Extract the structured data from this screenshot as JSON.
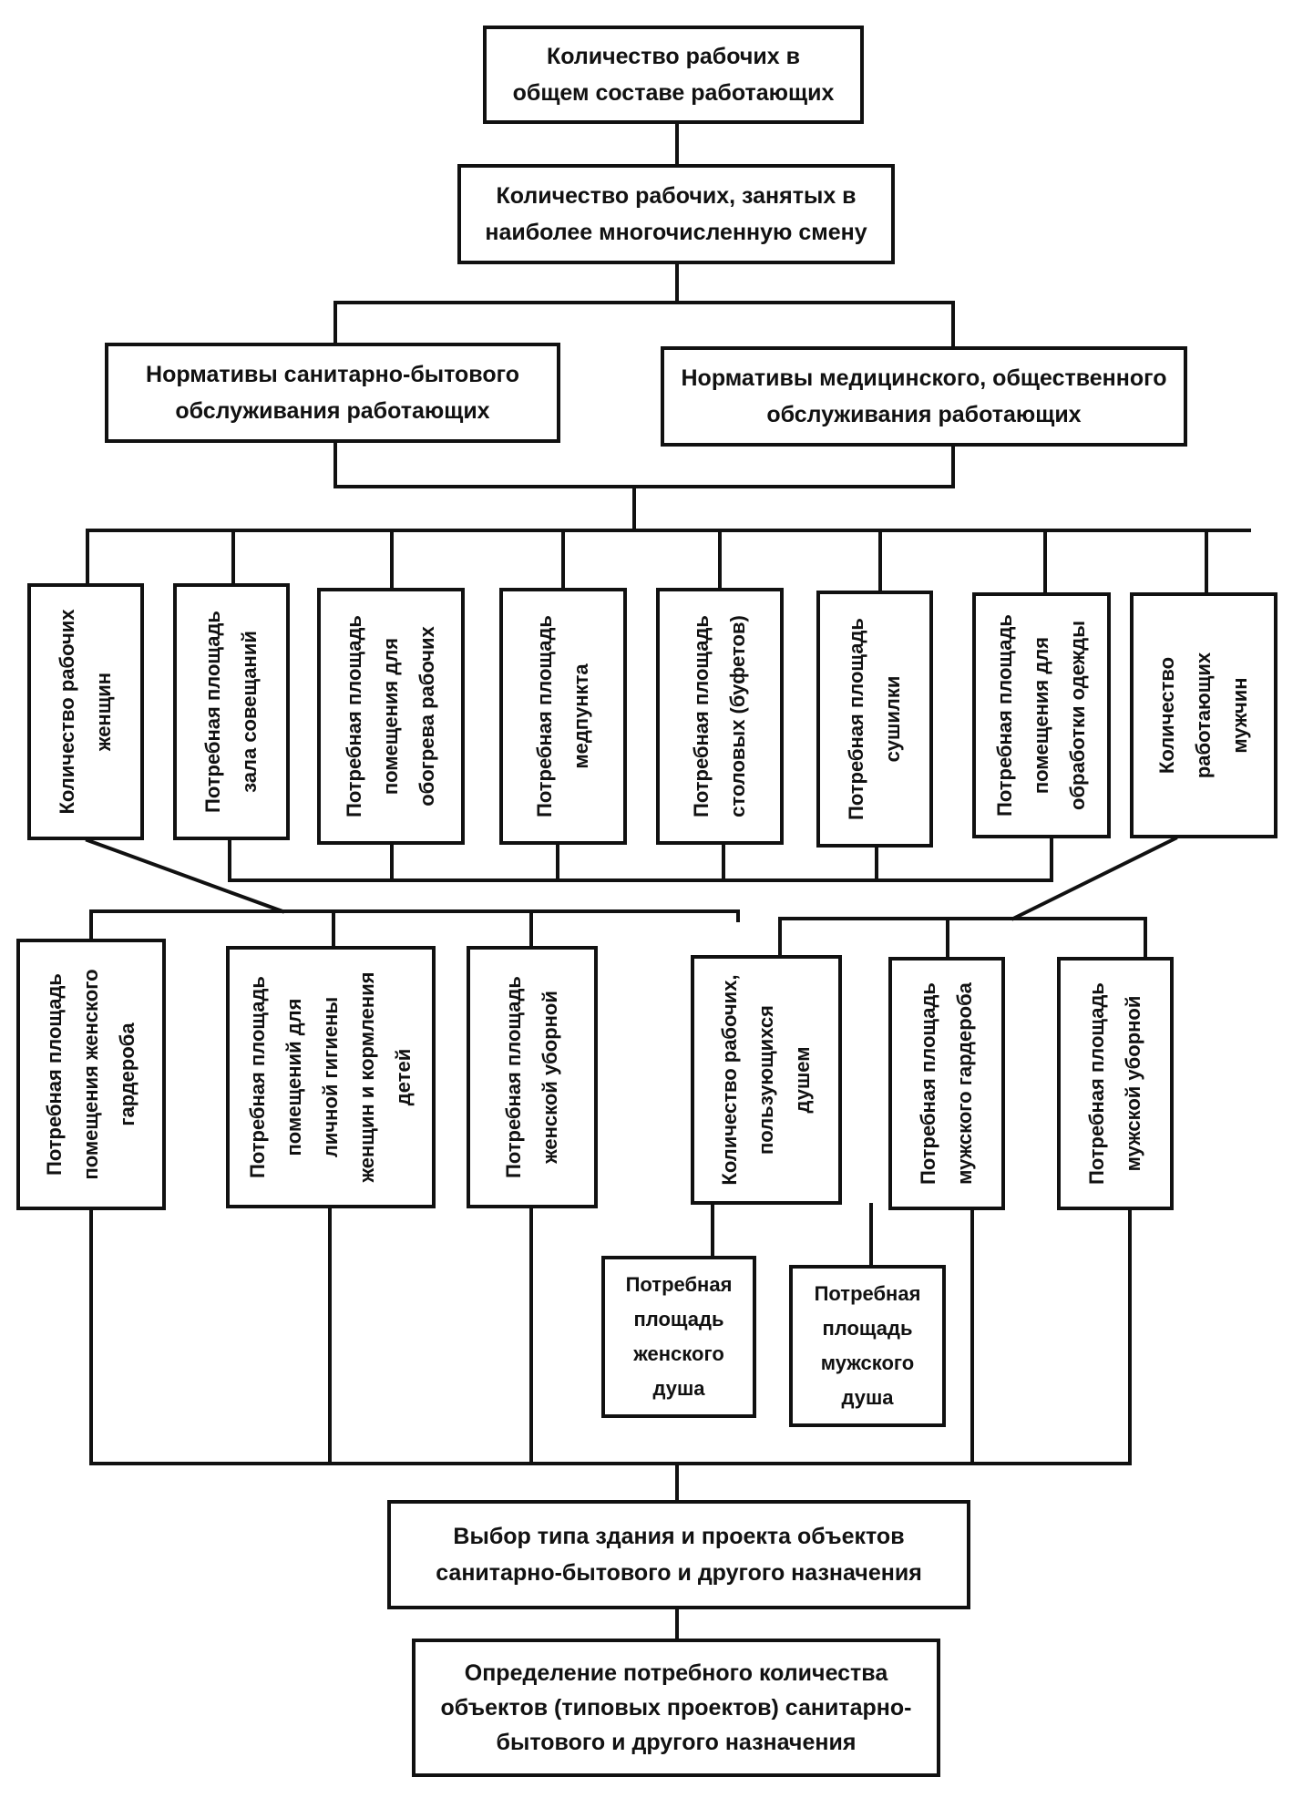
{
  "nodes": {
    "workers_total": [
      "Количество рабочих в",
      "общем составе работающих"
    ],
    "workers_max_shift": [
      "Количество рабочих, занятых в",
      "наиболее многочисленную смену"
    ],
    "norms_sanitary": [
      "Нормативы санитарно-бытового",
      "обслуживания работающих"
    ],
    "norms_medical": [
      "Нормативы медицинского, общественного",
      "обслуживания работающих"
    ],
    "women_count": [
      "Количество рабочих",
      "женщин"
    ],
    "meeting_hall": [
      "Потребная площадь",
      "зала совещаний"
    ],
    "heating_room": [
      "Потребная площадь",
      "помещения для",
      "обогрева рабочих"
    ],
    "medpoint": [
      "Потребная площадь",
      "медпункта"
    ],
    "canteens": [
      "Потребная площадь",
      "столовых (буфетов)"
    ],
    "dryer": [
      "Потребная площадь",
      "сушилки"
    ],
    "clothes_processing": [
      "Потребная площадь",
      "помещения для",
      "обработки одежды"
    ],
    "men_count": [
      "Количество",
      "работающих",
      "мужчин"
    ],
    "women_wardrobe": [
      "Потребная площадь",
      "помещения женского",
      "гардероба"
    ],
    "women_hygiene": [
      "Потребная площадь",
      "помещений для",
      "личной гигиены",
      "женщин и кормления",
      "детей"
    ],
    "women_toilet": [
      "Потребная площадь",
      "женской уборной"
    ],
    "shower_users": [
      "Количество рабочих,",
      "пользующихся",
      "душем"
    ],
    "men_wardrobe": [
      "Потребная площадь",
      "мужского гардероба"
    ],
    "men_toilet": [
      "Потребная площадь",
      "мужской уборной"
    ],
    "women_shower": [
      "Потребная",
      "площадь",
      "женского",
      "душа"
    ],
    "men_shower": [
      "Потребная",
      "площадь",
      "мужского",
      "душа"
    ],
    "building_choice": [
      "Выбор типа здания и проекта объектов",
      "санитарно-бытового и другого назначения"
    ],
    "objects_count": [
      "Определение потребного количества",
      "объектов (типовых проектов) санитарно-",
      "бытового и другого назначения"
    ]
  }
}
